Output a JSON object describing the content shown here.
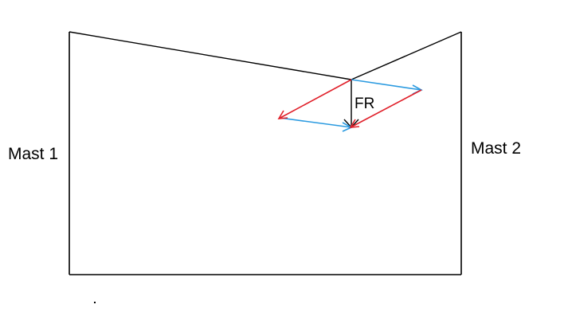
{
  "labels": {
    "mast1": "Mast 1",
    "mast2": "Mast 2",
    "resultant": "FR"
  },
  "colors": {
    "structure": "#000000",
    "force_red": "#e0202a",
    "force_blue": "#2a9ae0",
    "background": "#ffffff"
  }
}
